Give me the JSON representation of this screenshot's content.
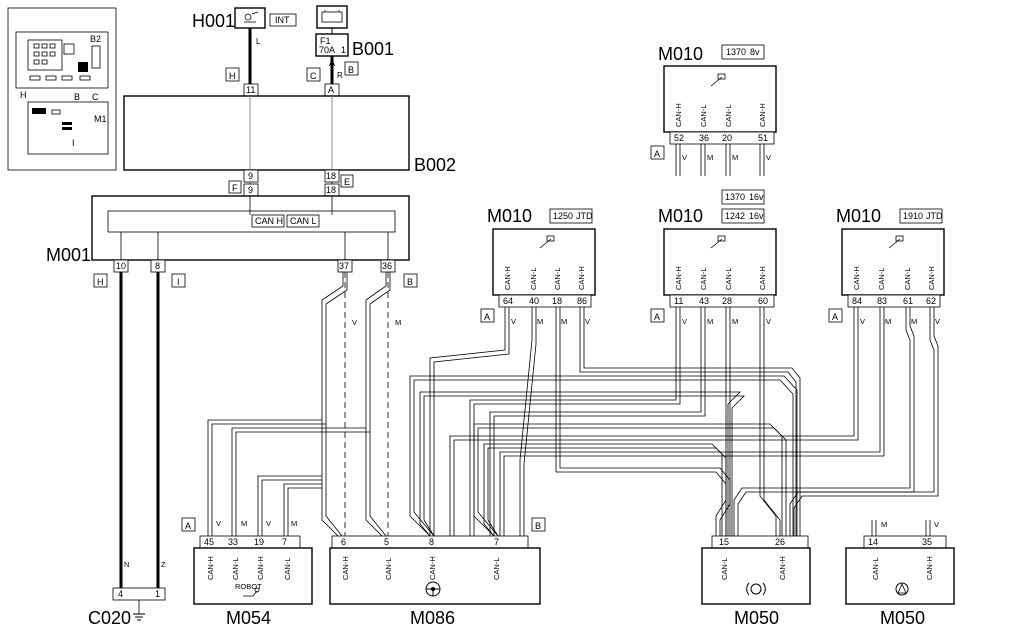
{
  "components": {
    "h001": {
      "code": "H001",
      "badge": "INT",
      "wire_color": "L",
      "connector": "H"
    },
    "b001": {
      "code": "B001",
      "fuse_label": "F1",
      "fuse_rating": "70A",
      "fuse_num": "1",
      "pin": "A",
      "wire_color": "R",
      "connector_left": "C",
      "connector_right": "B"
    },
    "b002": {
      "code": "B002",
      "pin_top_1": "11",
      "pin_top_2": "A",
      "pin_bot_1": "9",
      "pin_bot_2": "18",
      "conn_left": "F",
      "conn_right": "E"
    },
    "m001": {
      "code": "M001",
      "pin_top_1": "9",
      "pin_top_2": "18",
      "can_h": "CAN H",
      "can_l": "CAN L",
      "pins": [
        "10",
        "8",
        "37",
        "36"
      ],
      "conn_h": "H",
      "conn_i": "I",
      "conn_b": "B",
      "wire_v": "V",
      "wire_m": "M"
    },
    "c020": {
      "code": "C020",
      "pins": [
        "4",
        "1"
      ],
      "wire_n": "N",
      "wire_z": "Z"
    },
    "m010_top": {
      "code": "M010",
      "badge_num": "1370",
      "badge_sub": "8v",
      "pins": [
        "52",
        "36",
        "20",
        "51"
      ],
      "labels": [
        "CAN-H",
        "CAN-L",
        "CAN-L",
        "CAN-H"
      ],
      "wires": [
        "V",
        "M",
        "M",
        "V"
      ],
      "conn": "A"
    },
    "m010_1250": {
      "code": "M010",
      "badge_num": "1250",
      "badge_sub": "JTD",
      "pins": [
        "64",
        "40",
        "18",
        "86"
      ],
      "labels": [
        "CAN-H",
        "CAN-L",
        "CAN-L",
        "CAN-H"
      ],
      "wires": [
        "V",
        "M",
        "M",
        "V"
      ],
      "conn": "A"
    },
    "m010_1370": {
      "code": "M010",
      "badge1_num": "1370",
      "badge1_sub": "16v",
      "badge2_num": "1242",
      "badge2_sub": "16v",
      "pins": [
        "11",
        "43",
        "28",
        "60"
      ],
      "labels": [
        "CAN-H",
        "CAN-L",
        "CAN-L",
        "CAN-H"
      ],
      "wires": [
        "V",
        "M",
        "M",
        "V"
      ],
      "conn": "A"
    },
    "m010_1910": {
      "code": "M010",
      "badge_num": "1910",
      "badge_sub": "JTD",
      "pins": [
        "84",
        "83",
        "61",
        "62"
      ],
      "labels": [
        "CAN-H",
        "CAN-L",
        "CAN-L",
        "CAN-H"
      ],
      "wires": [
        "V",
        "M",
        "M",
        "V"
      ],
      "conn": "A"
    },
    "m054": {
      "code": "M054",
      "pins": [
        "45",
        "33",
        "19",
        "7"
      ],
      "labels": [
        "CAN-H",
        "CAN-L",
        "CAN-H",
        "CAN-L"
      ],
      "wires": [
        "V",
        "M",
        "V",
        "M"
      ],
      "conn": "A",
      "robot": "ROBOT"
    },
    "m086": {
      "code": "M086",
      "pins": [
        "6",
        "5",
        "8",
        "7"
      ],
      "labels": [
        "CAN-H",
        "CAN-L",
        "CAN-H",
        "CAN-L"
      ],
      "conn": "B"
    },
    "m050_a": {
      "code": "M050",
      "pins": [
        "15",
        "26"
      ],
      "labels": [
        "CAN-L",
        "CAN-H"
      ]
    },
    "m050_b": {
      "code": "M050",
      "pins": [
        "14",
        "35"
      ],
      "labels": [
        "CAN-L",
        "CAN-H"
      ],
      "wires": [
        "M",
        "V"
      ]
    }
  },
  "inset": {
    "labels": [
      "B2",
      "H",
      "B",
      "C",
      "M1",
      "I"
    ]
  },
  "icons": [
    "bulb-icon",
    "battery-icon",
    "injector-icon",
    "robot-gearbox-icon",
    "steering-wheel-icon",
    "abs-icon",
    "airbag-icon",
    "ground-icon"
  ]
}
